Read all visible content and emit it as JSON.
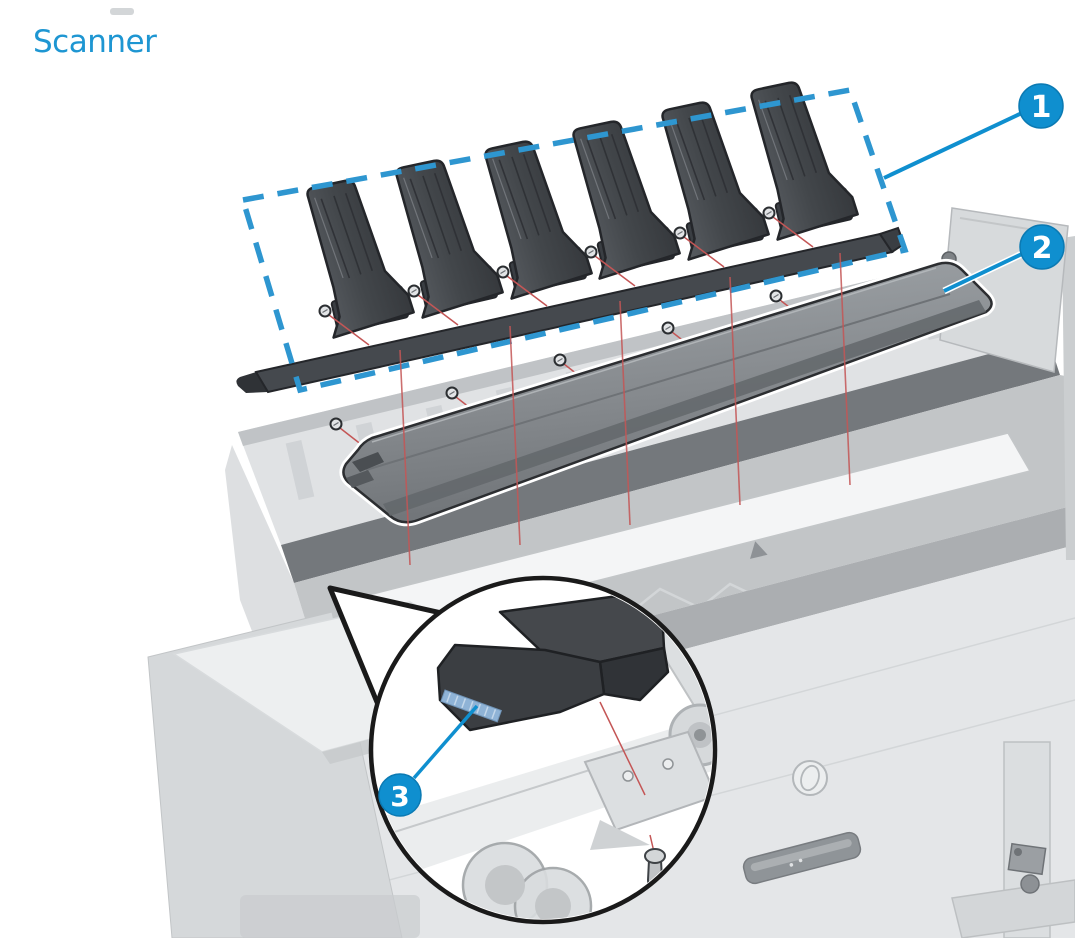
{
  "page": {
    "title": "Scanner",
    "background": "#ffffff"
  },
  "figure": {
    "description_names": [
      "printer-illustration",
      "deflector-arms",
      "top-cover",
      "magnifier-inset"
    ],
    "callouts": [
      {
        "number": "1"
      },
      {
        "number": "2"
      },
      {
        "number": "3"
      }
    ],
    "icons": [
      "hp-logo",
      "screw-icon",
      "magnifier-circle",
      "dashed-selection-box"
    ],
    "colors": {
      "title_blue": "#1e96d2",
      "callout_blue": "#0f8fcf",
      "dash_blue": "#2e96d0",
      "leader_red": "#c45656",
      "part_dark": "#3b3e41",
      "cover_gray": "#8e9296",
      "body_gray": "#e4e6e8",
      "detail_stripe_blue": "#8fb3d6"
    }
  }
}
